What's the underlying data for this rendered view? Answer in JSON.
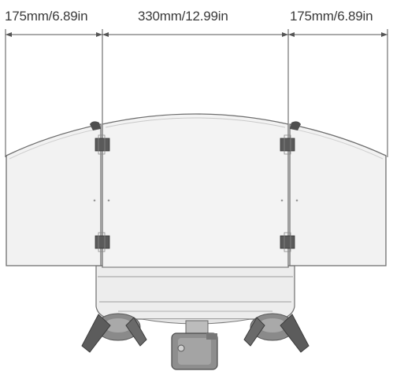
{
  "dimensions": {
    "left_panel": "175mm/6.89in",
    "center_panel": "330mm/12.99in",
    "right_panel": "175mm/6.89in"
  },
  "colors": {
    "panel_fill": "#f2f2f2",
    "outline": "#6e6e6e",
    "dimension_line": "#555555",
    "hinge": "#5a5a5a",
    "wheel": "#7a7a7a"
  }
}
